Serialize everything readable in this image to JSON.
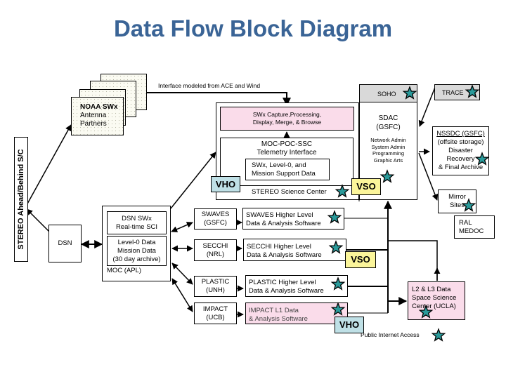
{
  "title": "Data Flow Block Diagram",
  "colors": {
    "title": "#3a6496",
    "pink": "#fadcea",
    "vho": "#bfe0e6",
    "vso": "#fbf59a",
    "grey": "#d9d9d9",
    "star": "#2a9a9a"
  },
  "spacecraft_label": "STEREO Ahead/Behind S/C",
  "interface_note": "Interface modeled from ACE and Wind",
  "noaa": {
    "line1": "NOAA SWx",
    "line2": "Antenna",
    "line3": "Partners"
  },
  "dsn": "DSN",
  "moc": {
    "label": "MOC (APL)",
    "realtime": {
      "line1": "DSN SWx",
      "line2": "Real-time SCI"
    },
    "level0": {
      "line1": "Level-0 Data",
      "line2": "Mission Data",
      "line3": "(30 day archive)"
    }
  },
  "ssc": {
    "swx_capture": {
      "line1": "SWx Capture,Processing,",
      "line2": "Display, Merge, & Browse"
    },
    "telemetry": {
      "line1": "MOC-POC-SSC",
      "line2": "Telemetry Interface"
    },
    "support_data": {
      "line1": "SWx, Level-0, and",
      "line2": "Mission Support Data"
    },
    "label": "STEREO Science Center"
  },
  "soho": "SOHO",
  "trace": "TRACE",
  "sdac": {
    "line1": "SDAC",
    "line2": "(GSFC)",
    "roles": [
      "Network Admin",
      "System Admin",
      "Programming",
      "Graphic Arts"
    ]
  },
  "nssdc": {
    "line1": "NSSDC (GSFC)",
    "line2": "(offsite storage)",
    "line3": "Disaster",
    "line4": "Recovery",
    "line5": "& Final  Archive"
  },
  "mirror": {
    "line1": "Mirror",
    "line2": "Sites"
  },
  "ral": {
    "line1": "RAL",
    "line2": "MEDOC"
  },
  "vho": "VHO",
  "vso": "VSO",
  "instruments": [
    {
      "name": "SWAVES",
      "org": "(GSFC)",
      "software_line1": "SWAVES Higher Level",
      "software_line2": "Data & Analysis Software"
    },
    {
      "name": "SECCHI",
      "org": "(NRL)",
      "software_line1": "SECCHI Higher Level",
      "software_line2": "Data & Analysis Software"
    },
    {
      "name": "PLASTIC",
      "org": "(UNH)",
      "software_line1": "PLASTIC Higher Level",
      "software_line2": "Data & Analysis Software"
    },
    {
      "name": "IMPACT",
      "org": "(UCB)",
      "software_line1": "IMPACT L1 Data",
      "software_line2": "& Analysis Software"
    }
  ],
  "ssc_ucla": {
    "line1": "L2 & L3 Data",
    "line2": "Space Science",
    "line3": "Center (UCLA)"
  },
  "public_access": "Public Internet Access"
}
